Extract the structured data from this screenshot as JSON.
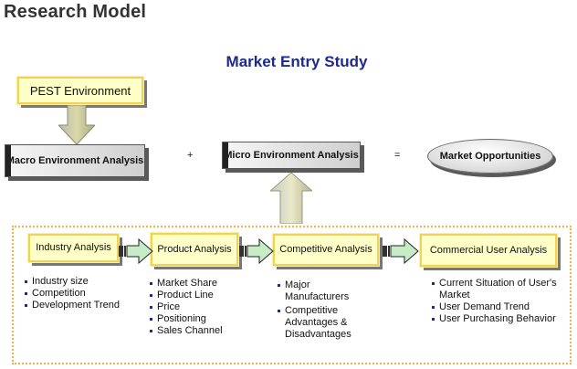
{
  "header": {
    "page_title": "Research Model",
    "study_title": "Market Entry Study"
  },
  "top": {
    "pest": "PEST Environment",
    "macro": "Macro Environment Analysis",
    "plus": "+",
    "micro": "Micro Environment Analysis",
    "equals": "=",
    "market": "Market Opportunities"
  },
  "stages": [
    {
      "label": "Industry Analysis",
      "bullets": [
        "Industry size",
        "Competition",
        "Development Trend"
      ]
    },
    {
      "label": "Product Analysis",
      "bullets": [
        "Market Share",
        "Product Line",
        "Price",
        "Positioning",
        "Sales Channel"
      ]
    },
    {
      "label": "Competitive Analysis",
      "bullets": [
        "Major Manufacturers",
        "Competitive Advantages & Disadvantages"
      ]
    },
    {
      "label": "Commercial User Analysis",
      "bullets": [
        "Current Situation of User's Market",
        "User Demand Trend",
        "User Purchasing Behavior"
      ]
    }
  ],
  "colors": {
    "box_fill": "#ffffc8",
    "box_border": "#f0d25a",
    "title_blue": "#1d2a8c",
    "frame_orange": "#f2b24a",
    "arrow_green": "#bfe6bf"
  }
}
